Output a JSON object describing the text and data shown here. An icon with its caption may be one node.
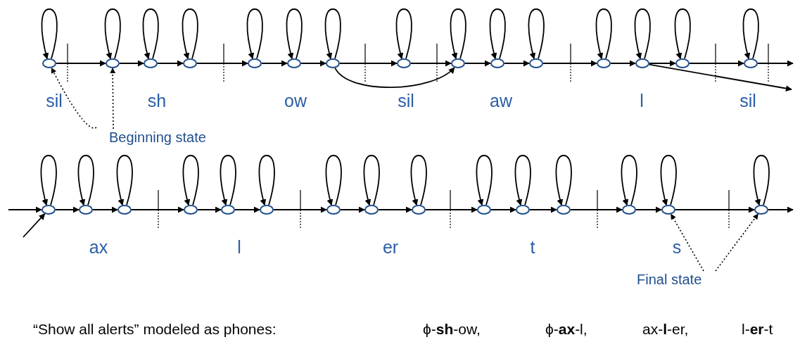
{
  "diagram": {
    "nodes": [
      {
        "text": [],
        "shape": "circle"
      },
      {
        "text": [],
        "shape": "circle"
      },
      {
        "text": [],
        "shape": "circle"
      },
      {
        "text": [],
        "shape": "circle"
      },
      {
        "text": [],
        "shape": "circle"
      },
      {
        "text": [],
        "shape": "circle"
      },
      {
        "text": [],
        "shape": "circle"
      },
      {
        "text": [],
        "shape": "circle"
      },
      {
        "text": [],
        "shape": "circle"
      },
      {
        "text": [],
        "shape": "circle"
      },
      {
        "text": [],
        "shape": "circle"
      },
      {
        "text": [],
        "shape": "circle"
      },
      {
        "text": [],
        "shape": "circle"
      },
      {
        "text": [],
        "shape": "circle"
      },
      {
        "text": [],
        "shape": "circle"
      },
      {
        "text": [],
        "shape": "circle"
      },
      {
        "text": [],
        "shape": "circle"
      },
      {
        "text": [],
        "shape": "circle"
      },
      {
        "text": [],
        "shape": "circle"
      },
      {
        "text": [],
        "shape": "circle"
      },
      {
        "text": [],
        "shape": "circle"
      },
      {
        "text": [],
        "shape": "circle"
      },
      {
        "text": [],
        "shape": "circle"
      },
      {
        "text": [],
        "shape": "circle"
      },
      {
        "text": [],
        "shape": "circle"
      },
      {
        "text": [],
        "shape": "circle"
      },
      {
        "text": [],
        "shape": "circle"
      },
      {
        "text": [],
        "shape": "circle"
      },
      {
        "text": [],
        "shape": "circle"
      },
      {
        "text": [],
        "shape": "circle"
      },
      {
        "text": [
          "Beginning state"
        ]
      },
      {
        "text": [
          "Final state"
        ]
      }
    ],
    "edges": [
      {
        "from": 0,
        "to": 0,
        "arrow": "to"
      },
      {
        "from": 1,
        "to": 1,
        "arrow": "to"
      },
      {
        "from": 2,
        "to": 2,
        "arrow": "to"
      },
      {
        "from": 3,
        "to": 3,
        "arrow": "to"
      },
      {
        "from": 4,
        "to": 4,
        "arrow": "to"
      },
      {
        "from": 5,
        "to": 5,
        "arrow": "to"
      },
      {
        "from": 6,
        "to": 6,
        "arrow": "to"
      },
      {
        "from": 7,
        "to": 7,
        "arrow": "to"
      },
      {
        "from": 8,
        "to": 8,
        "arrow": "to"
      },
      {
        "from": 9,
        "to": 9,
        "arrow": "to"
      },
      {
        "from": 10,
        "to": 10,
        "arrow": "to"
      },
      {
        "from": 11,
        "to": 11,
        "arrow": "to"
      },
      {
        "from": 12,
        "to": 12,
        "arrow": "to"
      },
      {
        "from": 13,
        "to": 13,
        "arrow": "to"
      },
      {
        "from": 14,
        "to": 14,
        "arrow": "to"
      },
      {
        "from": 15,
        "to": 15,
        "arrow": "to"
      },
      {
        "from": 16,
        "to": 16,
        "arrow": "to"
      },
      {
        "from": 17,
        "to": 17,
        "arrow": "to"
      },
      {
        "from": 18,
        "to": 18,
        "arrow": "to"
      },
      {
        "from": 19,
        "to": 19,
        "arrow": "to"
      },
      {
        "from": 20,
        "to": 20,
        "arrow": "to"
      },
      {
        "from": 21,
        "to": 21,
        "arrow": "to"
      },
      {
        "from": 22,
        "to": 22,
        "arrow": "to"
      },
      {
        "from": 23,
        "to": 23,
        "arrow": "to"
      },
      {
        "from": 24,
        "to": 24,
        "arrow": "to"
      },
      {
        "from": 25,
        "to": 25,
        "arrow": "to"
      },
      {
        "from": 26,
        "to": 26,
        "arrow": "to"
      },
      {
        "from": 27,
        "to": 27,
        "arrow": "to"
      },
      {
        "from": 28,
        "to": 28,
        "arrow": "to"
      },
      {
        "from": 29,
        "to": 29,
        "arrow": "to"
      },
      {
        "from": 0,
        "to": 1,
        "arrow": "to"
      },
      {
        "from": 1,
        "to": 2,
        "arrow": "to"
      },
      {
        "from": 2,
        "to": 3,
        "arrow": "to"
      },
      {
        "from": 3,
        "to": 4,
        "arrow": "to"
      },
      {
        "from": 4,
        "to": 5,
        "arrow": "to"
      },
      {
        "from": 5,
        "to": 6,
        "arrow": "to"
      },
      {
        "from": 6,
        "to": 7,
        "arrow": "to"
      },
      {
        "from": 7,
        "to": 8,
        "arrow": "to"
      },
      {
        "from": 6,
        "to": 8,
        "arrow": "to"
      },
      {
        "from": 8,
        "to": 9,
        "arrow": "to"
      },
      {
        "from": 9,
        "to": 10,
        "arrow": "to"
      },
      {
        "from": 10,
        "to": 11,
        "arrow": "to"
      },
      {
        "from": 11,
        "to": 12,
        "arrow": "to"
      },
      {
        "from": 12,
        "to": 13,
        "arrow": "to"
      },
      {
        "from": 12,
        "to": null,
        "arrow": "to"
      },
      {
        "from": 13,
        "to": 14,
        "arrow": "to"
      },
      {
        "from": 14,
        "to": null,
        "arrow": "to"
      },
      {
        "from": null,
        "to": 15,
        "arrow": "to"
      },
      {
        "from": null,
        "to": 15,
        "arrow": "to"
      },
      {
        "from": 15,
        "to": 16,
        "arrow": "to"
      },
      {
        "from": 16,
        "to": 17,
        "arrow": "to"
      },
      {
        "from": 17,
        "to": 18,
        "arrow": "to"
      },
      {
        "from": 18,
        "to": 19,
        "arrow": "to"
      },
      {
        "from": 19,
        "to": 20,
        "arrow": "to"
      },
      {
        "from": 20,
        "to": 21,
        "arrow": "to"
      },
      {
        "from": 21,
        "to": 22,
        "arrow": "to"
      },
      {
        "from": 22,
        "to": 23,
        "arrow": "to"
      },
      {
        "from": 23,
        "to": 24,
        "arrow": "to"
      },
      {
        "from": 24,
        "to": 25,
        "arrow": "to"
      },
      {
        "from": 25,
        "to": 26,
        "arrow": "to"
      },
      {
        "from": 26,
        "to": 27,
        "arrow": "to"
      },
      {
        "from": 27,
        "to": 28,
        "arrow": "to"
      },
      {
        "from": 28,
        "to": 29,
        "arrow": "to"
      },
      {
        "from": 29,
        "to": null,
        "arrow": "to"
      },
      {
        "from": 30,
        "to": 0,
        "arrow": "to",
        "style": "dashed"
      },
      {
        "from": 30,
        "to": 1,
        "arrow": "to",
        "style": "dashed"
      },
      {
        "from": 31,
        "to": 28,
        "arrow": "to",
        "style": "dashed"
      },
      {
        "from": 31,
        "to": 29,
        "arrow": "to",
        "style": "dashed"
      }
    ],
    "labels": [
      "sil",
      "sh",
      "ow",
      "sil",
      "aw",
      "l",
      "sil",
      "ax",
      "l",
      "er",
      "t",
      "s",
      "“Show all alerts” modeled as phones:",
      "ϕ-**sh**-ow,",
      "ϕ-**ax**-l,",
      "ax-**l**-er,",
      "l-**er**-t"
    ]
  }
}
